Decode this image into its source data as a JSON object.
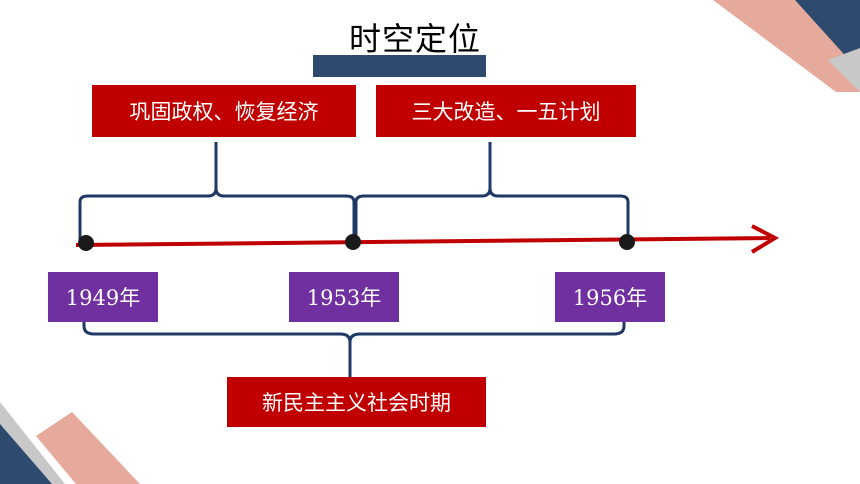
{
  "title": "时空定位",
  "phases": [
    {
      "label": "巩固政权、恢复经济"
    },
    {
      "label": "三大改造、一五计划"
    }
  ],
  "years": [
    {
      "label": "1949年"
    },
    {
      "label": "1953年"
    },
    {
      "label": "1956年"
    }
  ],
  "period": {
    "label": "新民主主义社会时期"
  },
  "colors": {
    "red": "#c00000",
    "purple": "#7030a0",
    "navy": "#2e4a6f",
    "salmon": "#e6aa9c",
    "gray": "#c8c8c8"
  }
}
